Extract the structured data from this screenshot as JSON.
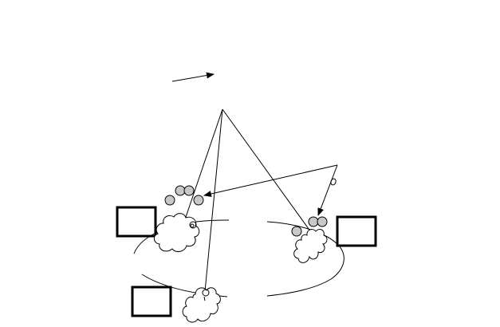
{
  "diagram": {
    "colors": {
      "background": "#ffffff",
      "ink": "#000000",
      "pebble_fill": "#c8c8c8"
    },
    "elements": {
      "boxes": 3,
      "clouds": 3,
      "pebble_clusters": 2
    }
  }
}
